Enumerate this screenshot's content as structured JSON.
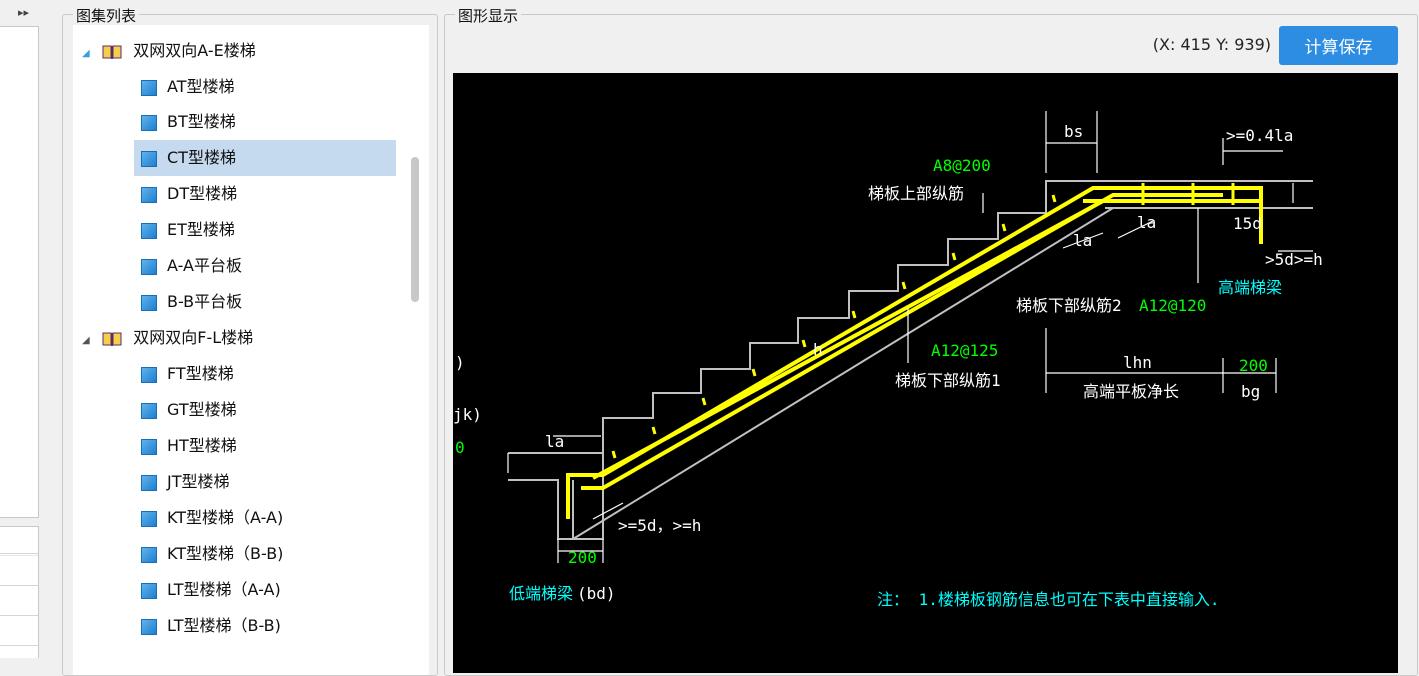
{
  "left_panel": {
    "collapse_glyph": "▸▸"
  },
  "tree": {
    "title": "图集列表",
    "groups": [
      {
        "label": "双网双向A-E楼梯",
        "items": [
          "AT型楼梯",
          "BT型楼梯",
          "CT型楼梯",
          "DT型楼梯",
          "ET型楼梯",
          "A-A平台板",
          "B-B平台板"
        ]
      },
      {
        "label": "双网双向F-L楼梯",
        "items": [
          "FT型楼梯",
          "GT型楼梯",
          "HT型楼梯",
          "JT型楼梯",
          "KT型楼梯（A-A)",
          "KT型楼梯（B-B)",
          "LT型楼梯（A-A)",
          "LT型楼梯（B-B)"
        ]
      }
    ],
    "selected": "CT型楼梯"
  },
  "graphic": {
    "title": "图形显示",
    "coords": "(X: 415 Y: 939)",
    "calc_button": "计算保存",
    "drawing": {
      "bs": "bs",
      "top_ext": ">=0.4la",
      "upper_rebar_spec": "A8@200",
      "upper_rebar": "梯板上部纵筋",
      "la1": "la",
      "la2": "la",
      "d15": "15d",
      "hook": ">5d>=h",
      "high_beam": "高端梯梁",
      "lower2": "梯板下部纵筋2",
      "lower2_spec": "A12@120",
      "h": "h",
      "lower1_spec": "A12@125",
      "lower1": "梯板下部纵筋1",
      "lhn": "lhn",
      "lhn_label": "高端平板净长",
      "bg_value": "200",
      "bg": "bg",
      "la_bottom": "la",
      "bottom_hook": ">=5d，>=h",
      "bd_value": "200",
      "low_beam": "低端梯梁",
      "bd": "(bd)",
      "cut1": ")",
      "cut2": "jk)",
      "cut3": "0",
      "note": "注：  1.楼梯板钢筋信息也可在下表中直接输入."
    }
  },
  "colors": {
    "accent": "#2d8de3",
    "rebar": "#ffff00",
    "green": "#00ff00",
    "cyan": "#00ffff",
    "dim": "#ffffff",
    "stair": "#c0c0c0"
  }
}
